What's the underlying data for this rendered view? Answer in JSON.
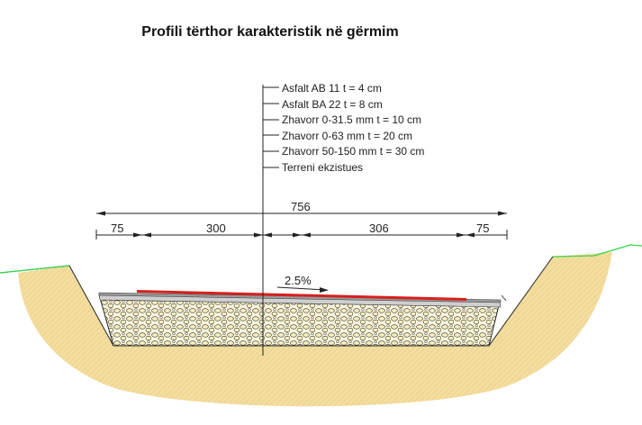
{
  "title": "Profili tërthor karakteristik në gërmim",
  "layers": [
    "Asfalt AB 11 t = 4 cm",
    "Asfalt BA 22 t = 8 cm",
    "Zhavorr 0-31.5  mm  t = 10 cm",
    "Zhavorr 0-63 mm t = 20 cm",
    "Zhavorr 50-150 mm t = 30 cm",
    "Terreni ekzistues"
  ],
  "dimensions": {
    "total": "756",
    "left_shoulder": "75",
    "left_lane": "300",
    "right_lane": "306",
    "right_shoulder": "75"
  },
  "slope": "2.5%",
  "colors": {
    "soil": "#f3dd9f",
    "asphalt_top": "#d6201e",
    "grass": "#35d44a",
    "line": "#222222"
  }
}
